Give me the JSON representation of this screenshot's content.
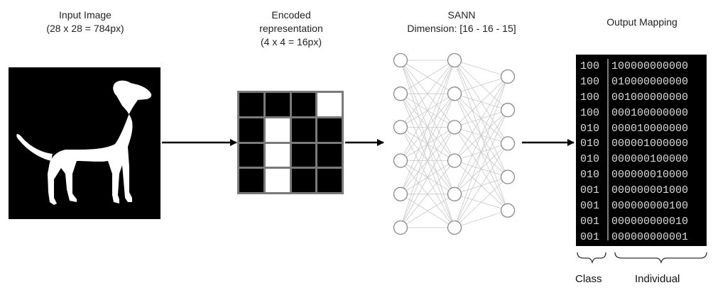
{
  "captions": {
    "input_line1": "Input Image",
    "input_line2": "(28 x 28 = 784px)",
    "encoded_line1": "Encoded",
    "encoded_line2": "representation",
    "encoded_line3": "(4 x 4 = 16px)",
    "sann_line1": "SANN",
    "sann_line2": "Dimension: [16 - 16 - 15]",
    "output_line1": "Output Mapping"
  },
  "input_image": {
    "subject": "dog-silhouette"
  },
  "encoded_grid": {
    "rows": 4,
    "cols": 4,
    "cells": [
      [
        0,
        0,
        0,
        1
      ],
      [
        0,
        1,
        0,
        0
      ],
      [
        0,
        1,
        0,
        0
      ],
      [
        0,
        1,
        0,
        0
      ]
    ]
  },
  "network": {
    "layer_sizes_shown": [
      6,
      6,
      5
    ]
  },
  "output_mapping": {
    "rows": [
      {
        "cls": "100",
        "ind": "100000000000"
      },
      {
        "cls": "100",
        "ind": "010000000000"
      },
      {
        "cls": "100",
        "ind": "001000000000"
      },
      {
        "cls": "100",
        "ind": "000100000000"
      },
      {
        "cls": "010",
        "ind": "000010000000"
      },
      {
        "cls": "010",
        "ind": "000001000000"
      },
      {
        "cls": "010",
        "ind": "000000100000"
      },
      {
        "cls": "010",
        "ind": "000000010000"
      },
      {
        "cls": "001",
        "ind": "000000001000"
      },
      {
        "cls": "001",
        "ind": "000000000100"
      },
      {
        "cls": "001",
        "ind": "000000000010"
      },
      {
        "cls": "001",
        "ind": "000000000001"
      }
    ]
  },
  "labels": {
    "class": "Class",
    "individual": "Individual"
  }
}
